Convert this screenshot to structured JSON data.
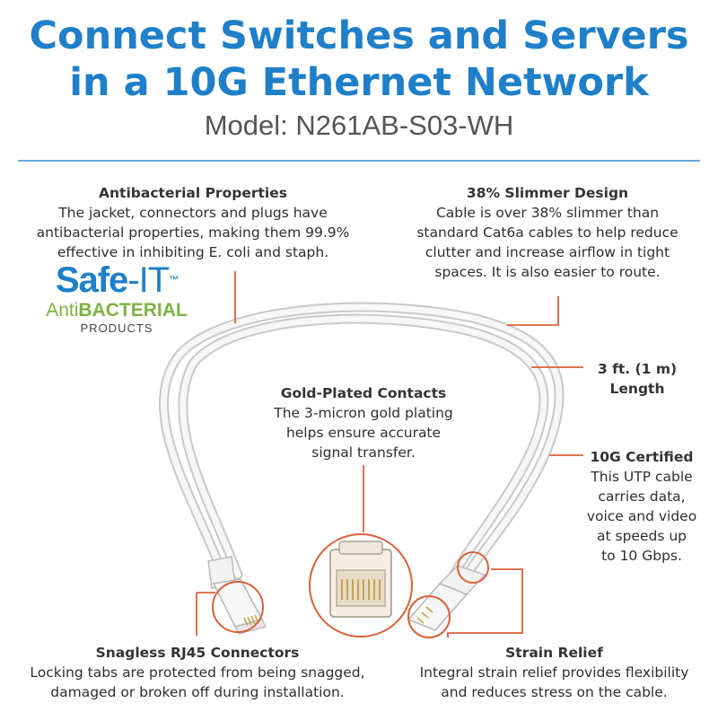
{
  "header": {
    "title_line1": "Connect Switches and Servers",
    "title_line2": "in a 10G Ethernet Network",
    "model": "Model: N261AB-S03-WH"
  },
  "features": {
    "antibacterial": {
      "heading": "Antibacterial Properties",
      "lines": [
        "The jacket, connectors and plugs have",
        "antibacterial properties, making them 99.9%",
        "effective in inhibiting E. coli and staph."
      ]
    },
    "slimmer": {
      "heading": "38% Slimmer Design",
      "lines": [
        "Cable is over 38% slimmer than",
        "standard Cat6a cables to help reduce",
        "clutter and increase airflow in tight",
        "spaces. It is also easier to route."
      ]
    },
    "length": {
      "lines": [
        "3 ft. (1 m)",
        "Length"
      ]
    },
    "gold": {
      "heading": "Gold-Plated Contacts",
      "lines": [
        "The 3-micron gold plating",
        "helps ensure accurate",
        "signal transfer."
      ]
    },
    "certified": {
      "heading": "10G Certified",
      "lines": [
        "This UTP cable",
        "carries data,",
        "voice and video",
        "at speeds up",
        "to 10 Gbps."
      ]
    },
    "snagless": {
      "heading": "Snagless RJ45 Connectors",
      "lines": [
        "Locking tabs are protected from being snagged,",
        "damaged or broken off during installation."
      ]
    },
    "strain": {
      "heading": "Strain Relief",
      "lines": [
        "Integral strain relief provides flexibility",
        "and reduces stress on the cable."
      ]
    }
  },
  "logo": {
    "safe": "Safe",
    "it": "-IT",
    "tm": "™",
    "anti": "Anti",
    "bacterial": "BACTERIAL",
    "products": "PRODUCTS"
  },
  "colors": {
    "title": "#1f7fc9",
    "callout": "#d9603b",
    "logo_green": "#7cb342"
  }
}
